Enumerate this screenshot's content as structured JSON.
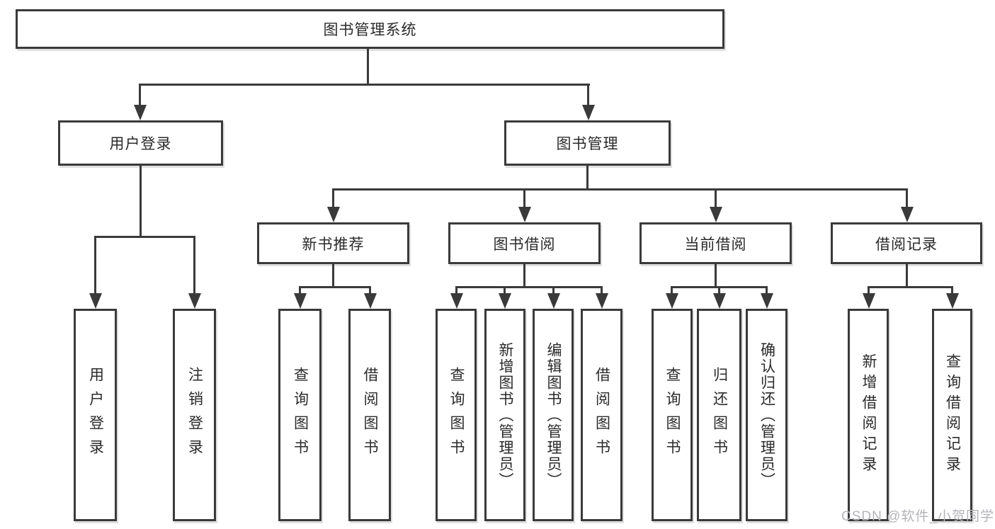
{
  "title": "图书管理系统",
  "level2": {
    "user_login": "用户登录",
    "book_mgmt": "图书管理"
  },
  "level3": {
    "new_book": "新书推荐",
    "book_borrow": "图书借阅",
    "current_borrow": "当前借阅",
    "borrow_records": "借阅记录"
  },
  "leaves": {
    "user_login": [
      "用户登录",
      "注销登录"
    ],
    "new_book": [
      "查询图书",
      "借阅图书"
    ],
    "book_borrow": [
      "查询图书",
      "新增图书（管理员）",
      "编辑图书（管理员）",
      "借阅图书"
    ],
    "current_borrow": [
      "查询图书",
      "归还图书",
      "确认归还（管理员）"
    ],
    "borrow_records": [
      "新增借阅记录",
      "查询借阅记录"
    ]
  },
  "watermark": "CSDN @软件_小贺同学",
  "colors": {
    "line": "#3a3a3a",
    "text": "#2a2a2a",
    "watermark": "#b4b4ba",
    "box_bg": "#ffffff"
  }
}
